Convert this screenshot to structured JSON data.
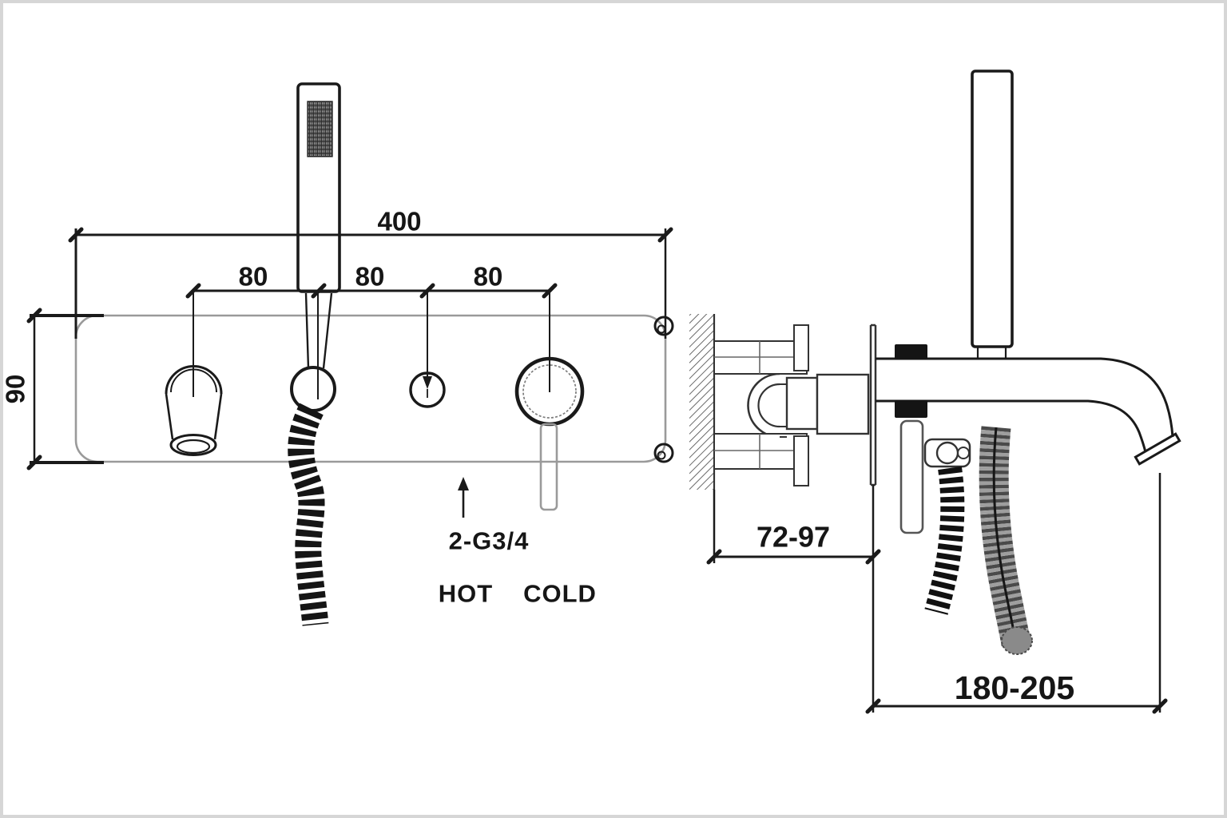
{
  "drawing": {
    "front_view": {
      "dim_overall_width": "400",
      "dim_spacings": [
        "80",
        "80",
        "80"
      ],
      "dim_plate_height": "90",
      "connection_label": "2-G3/4",
      "inlet_hot_label": "HOT",
      "inlet_cold_label": "COLD"
    },
    "side_view": {
      "dim_wall_depth_range": "72-97",
      "dim_spout_reach_range": "180-205"
    },
    "colors": {
      "line": "#1a1a1a",
      "secondary_line": "#9a9a9a",
      "solid_black": "#141414",
      "frame": "#d6d6d6"
    }
  }
}
